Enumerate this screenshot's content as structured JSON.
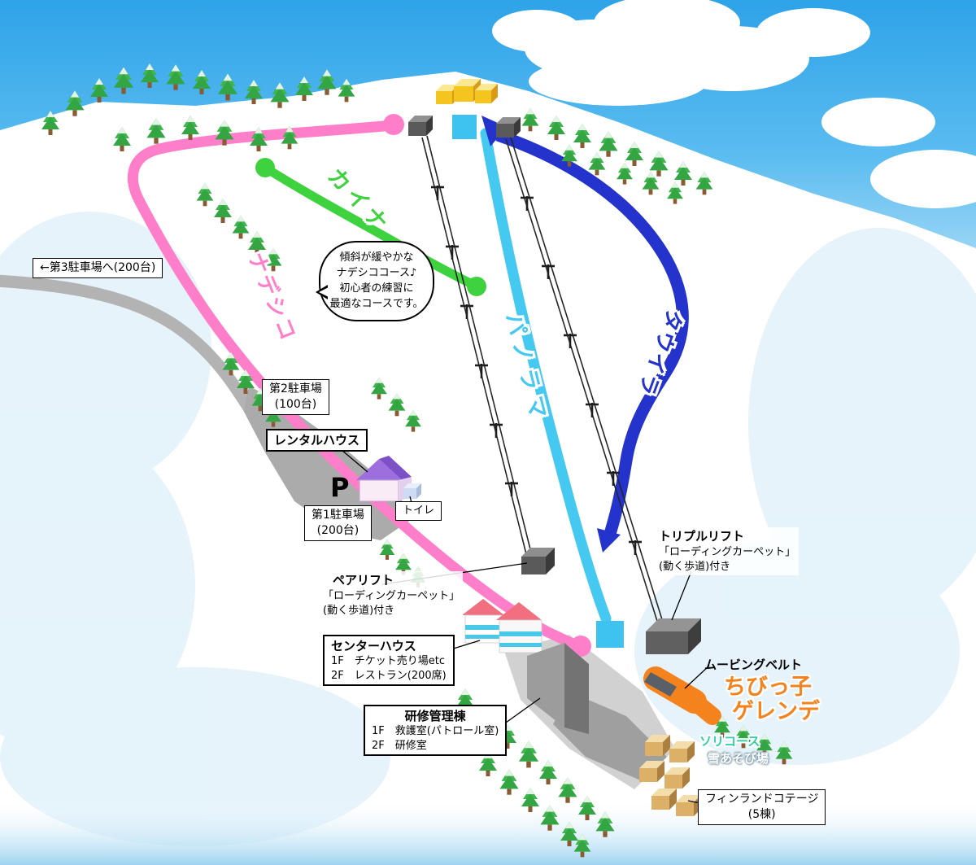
{
  "trails": [
    {
      "name": "カイナ",
      "color": "#3ed23e"
    },
    {
      "name": "ナデシコ",
      "color": "#ff7ec9"
    },
    {
      "name": "パノラマ",
      "color": "#45c9f0"
    },
    {
      "name": "タウイラ",
      "color": "#2433cc"
    }
  ],
  "bubble": {
    "lines": [
      "傾斜が緩やかな",
      "ナデシココース♪",
      "初心者の練習に",
      "最適なコースです。"
    ]
  },
  "labels": {
    "parking3": "←第3駐車場へ(200台)",
    "parking2": [
      "第2駐車場",
      "(100台)"
    ],
    "rental_house": "レンタルハウス",
    "parking1_mark": "P",
    "parking1": [
      "第1駐車場",
      "(200台)"
    ],
    "toilet": "トイレ",
    "pair_lift": {
      "title": "ペアリフト",
      "lines": [
        "「ローディングカーペット」",
        "(動く歩道)付き"
      ]
    },
    "triple_lift": {
      "title": "トリプルリフト",
      "lines": [
        "「ローディングカーペット」",
        "(動く歩道)付き"
      ]
    },
    "center_house": {
      "title": "センターハウス",
      "lines": [
        "1F　チケット売り場etc",
        "2F　レストラン(200席)"
      ]
    },
    "training": {
      "title": "研修管理棟",
      "lines": [
        "1F　救護室(パトロール室)",
        "2F　研修室"
      ]
    },
    "moving_belt": "ムービングベルト",
    "kids_slope": [
      "ちびっ子",
      "ゲレンデ"
    ],
    "sled_course": "ソリコース",
    "snow_play": "雪あそび場",
    "cottage": [
      "フィンランドコテージ",
      "(5棟)"
    ]
  },
  "colors": {
    "sky_top": "#2ea3e8",
    "sky_light": "#c9eafb",
    "snow": "#ffffff",
    "kids_orange": "#f5831d",
    "sled_teal": "#2fd0a8",
    "lift_square": "#3ec3f0",
    "road_gray": "#b3b3b3"
  }
}
